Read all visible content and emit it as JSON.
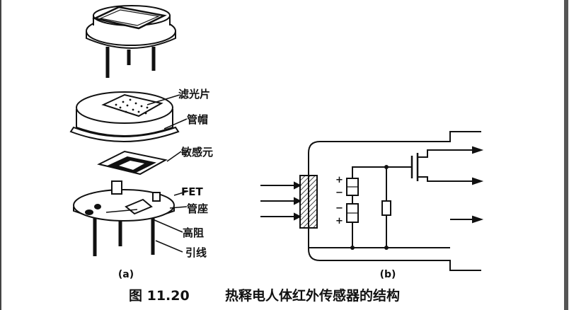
{
  "part_a": {
    "labels": {
      "filter": "滤光片",
      "cap": "管帽",
      "element": "敏感元",
      "fet": "FET",
      "base": "管座",
      "resistor": "高阻",
      "leads": "引线"
    },
    "sub_caption": "(a)"
  },
  "part_b": {
    "sub_caption": "(b)",
    "polarity": {
      "top_a": "+",
      "top_b": "−",
      "bottom_a": "−",
      "bottom_b": "+"
    }
  },
  "caption": {
    "figure_number": "图 11.20",
    "title": "热释电人体红外传感器的结构"
  }
}
